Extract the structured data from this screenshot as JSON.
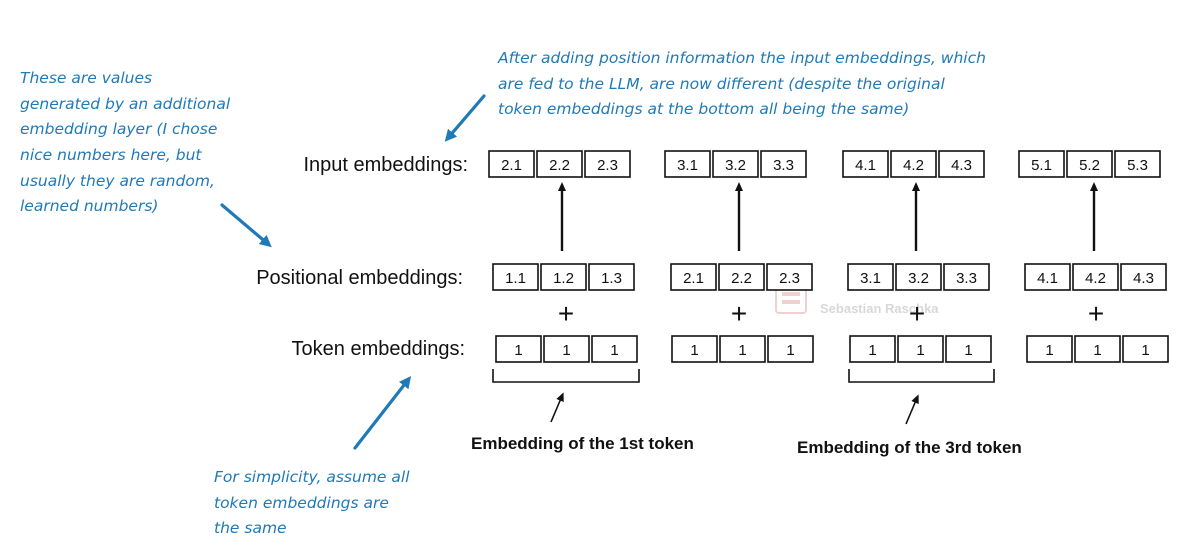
{
  "colors": {
    "annotation": "#1f7ab8",
    "ink": "#111111",
    "watermark": "#e8c8c8"
  },
  "labels": {
    "input": "Input embeddings:",
    "positional": "Positional embeddings:",
    "token": "Token embeddings:"
  },
  "tokens": [
    {
      "input": [
        "2.1",
        "2.2",
        "2.3"
      ],
      "positional": [
        "1.1",
        "1.2",
        "1.3"
      ],
      "token": [
        "1",
        "1",
        "1"
      ]
    },
    {
      "input": [
        "3.1",
        "3.2",
        "3.3"
      ],
      "positional": [
        "2.1",
        "2.2",
        "2.3"
      ],
      "token": [
        "1",
        "1",
        "1"
      ]
    },
    {
      "input": [
        "4.1",
        "4.2",
        "4.3"
      ],
      "positional": [
        "3.1",
        "3.2",
        "3.3"
      ],
      "token": [
        "1",
        "1",
        "1"
      ]
    },
    {
      "input": [
        "5.1",
        "5.2",
        "5.3"
      ],
      "positional": [
        "4.1",
        "4.2",
        "4.3"
      ],
      "token": [
        "1",
        "1",
        "1"
      ]
    }
  ],
  "plus_symbol": "+",
  "captions": {
    "first": "Embedding of the 1st token",
    "third": "Embedding of the 3rd token"
  },
  "annotations": {
    "left_top": [
      "These are values",
      "generated by an additional",
      "embedding layer (I chose",
      "nice numbers here, but",
      "usually they are random,",
      "learned numbers)"
    ],
    "top": [
      "After adding position information the input embeddings, which",
      "are fed to the LLM, are now different (despite the original",
      "token embeddings at the bottom all being the same)"
    ],
    "bottom": [
      "For simplicity, assume all",
      "token embeddings are",
      "the same"
    ]
  },
  "watermark": "Sebastian Raschka",
  "watermark_icon": "sebastian-raschka-logo-icon"
}
